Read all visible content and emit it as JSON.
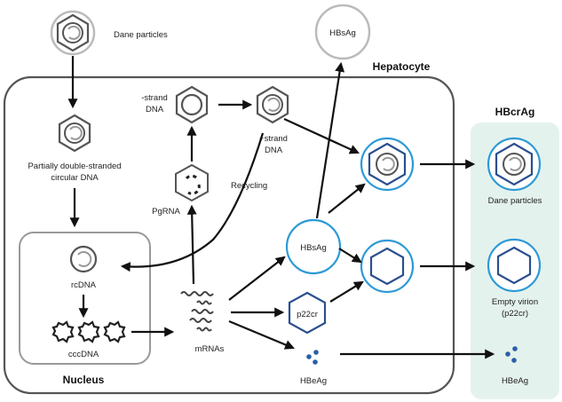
{
  "diagram": {
    "labels": {
      "dane_particles_top": "Dane particles",
      "hbsag_top": "HBsAg",
      "hepatocyte": "Hepatocyte",
      "hbcrag": "HBcrAg",
      "minus_strand_line1": "-strand",
      "minus_strand_line2": "DNA",
      "plus_strand_line1": "+strand",
      "plus_strand_line2": "DNA",
      "partial_dna_line1": "Partially double-stranded",
      "partial_dna_line2": "circular DNA",
      "pgrna": "PgRNA",
      "recycling": "Recycling",
      "rcdna": "rcDNA",
      "cccdna": "cccDNA",
      "nucleus": "Nucleus",
      "mrnas": "mRNAs",
      "hbsag_middle": "HBsAg",
      "p22cr": "p22cr",
      "hbeag_middle": "HBeAg",
      "dane_particles_right": "Dane particles",
      "empty_virion_line1": "Empty virion",
      "empty_virion_line2": "(p22cr)",
      "hbeag_right": "HBeAg"
    },
    "colors": {
      "outline_gray": "#555555",
      "light_gray": "#bbbbbb",
      "blue": "#2d9ad6",
      "dark_blue": "#2a4f8f",
      "panel_fill": "#e4f2ee"
    }
  }
}
